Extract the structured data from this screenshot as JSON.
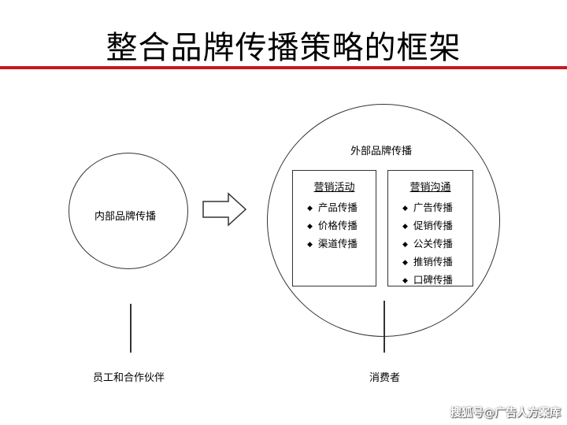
{
  "title": "整合品牌传播策略的框架",
  "colors": {
    "title_rule": "#c8191e"
  },
  "internal": {
    "label": "内部品牌传播",
    "stakeholder": "员工和合作伙伴"
  },
  "external": {
    "label": "外部品牌传播",
    "stakeholder": "消费者",
    "marketing_activities": {
      "heading": "营销活动",
      "items": [
        "产品传播",
        "价格传播",
        "渠道传播"
      ]
    },
    "marketing_communication": {
      "heading": "营销沟通",
      "items": [
        "广告传播",
        "促销传播",
        "公关传播",
        "推销传播",
        "口碑传播"
      ]
    }
  },
  "watermark": "搜狐号@广告人方案库"
}
